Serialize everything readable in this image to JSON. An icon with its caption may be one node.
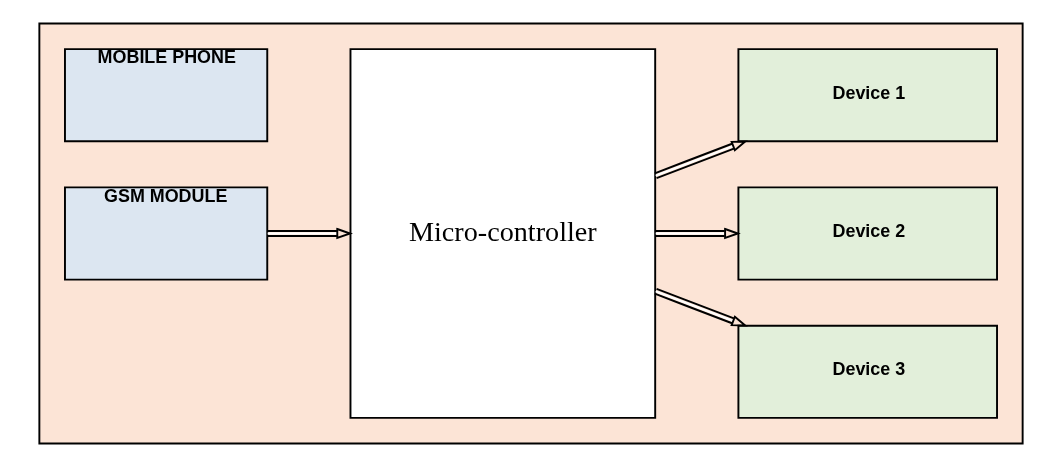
{
  "diagram": {
    "nodes": [
      {
        "text": [],
        "shape": "box"
      },
      {
        "text": [
          "MOBILE PHONE"
        ],
        "in": 0
      },
      {
        "text": [
          "GSM MODULE"
        ],
        "in": 0
      },
      {
        "text": [
          "Micro-controller"
        ],
        "in": 0
      },
      {
        "text": [
          "Device 1"
        ],
        "in": 0
      },
      {
        "text": [
          "Device 2"
        ],
        "in": 0
      },
      {
        "text": [
          "Device 3"
        ],
        "in": 0
      }
    ],
    "edges": [
      {
        "from": 2,
        "to": 3,
        "arrow": "to"
      },
      {
        "from": 3,
        "to": 4,
        "arrow": "to"
      },
      {
        "from": 3,
        "to": 5,
        "arrow": "to"
      },
      {
        "from": 3,
        "to": 6,
        "arrow": "to"
      }
    ]
  }
}
